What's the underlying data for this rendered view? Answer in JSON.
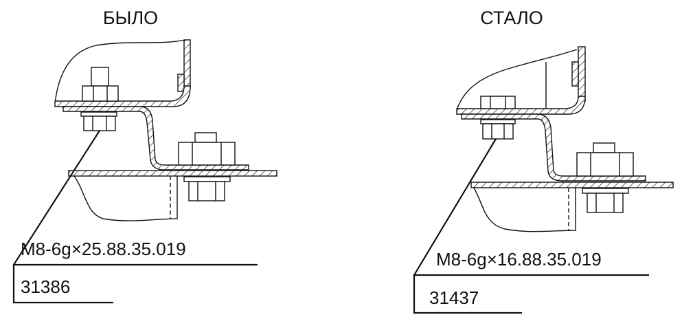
{
  "before": {
    "title": "БЫЛО",
    "designation": "M8-6g×25.88.35.019",
    "part_number": "31386"
  },
  "after": {
    "title": "СТАЛО",
    "designation": "M8-6g×16.88.35.019",
    "part_number": "31437"
  },
  "colors": {
    "line": "#111111",
    "background": "#ffffff"
  }
}
